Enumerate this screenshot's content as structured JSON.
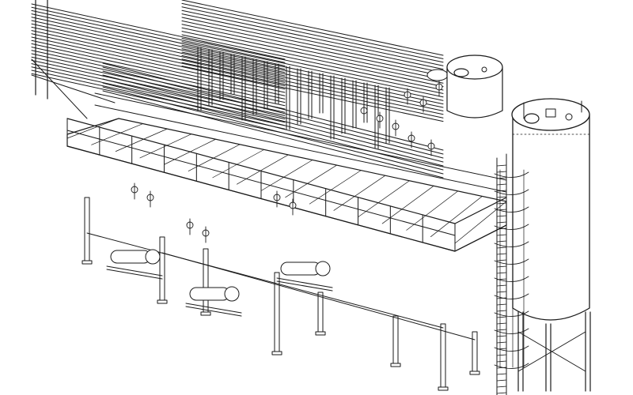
{
  "drawing": {
    "style": "isometric line drawing",
    "colors": {
      "ink": "#1a1a1a",
      "paper": "#ffffff"
    },
    "components": [
      "overhead-pipe-rack",
      "elevated-walkway-platform",
      "handrails",
      "support-columns",
      "small-storage-tank",
      "tall-storage-tank",
      "caged-access-ladder",
      "tank-support-legs",
      "centrifugal-pumps",
      "valve-manifold"
    ]
  }
}
